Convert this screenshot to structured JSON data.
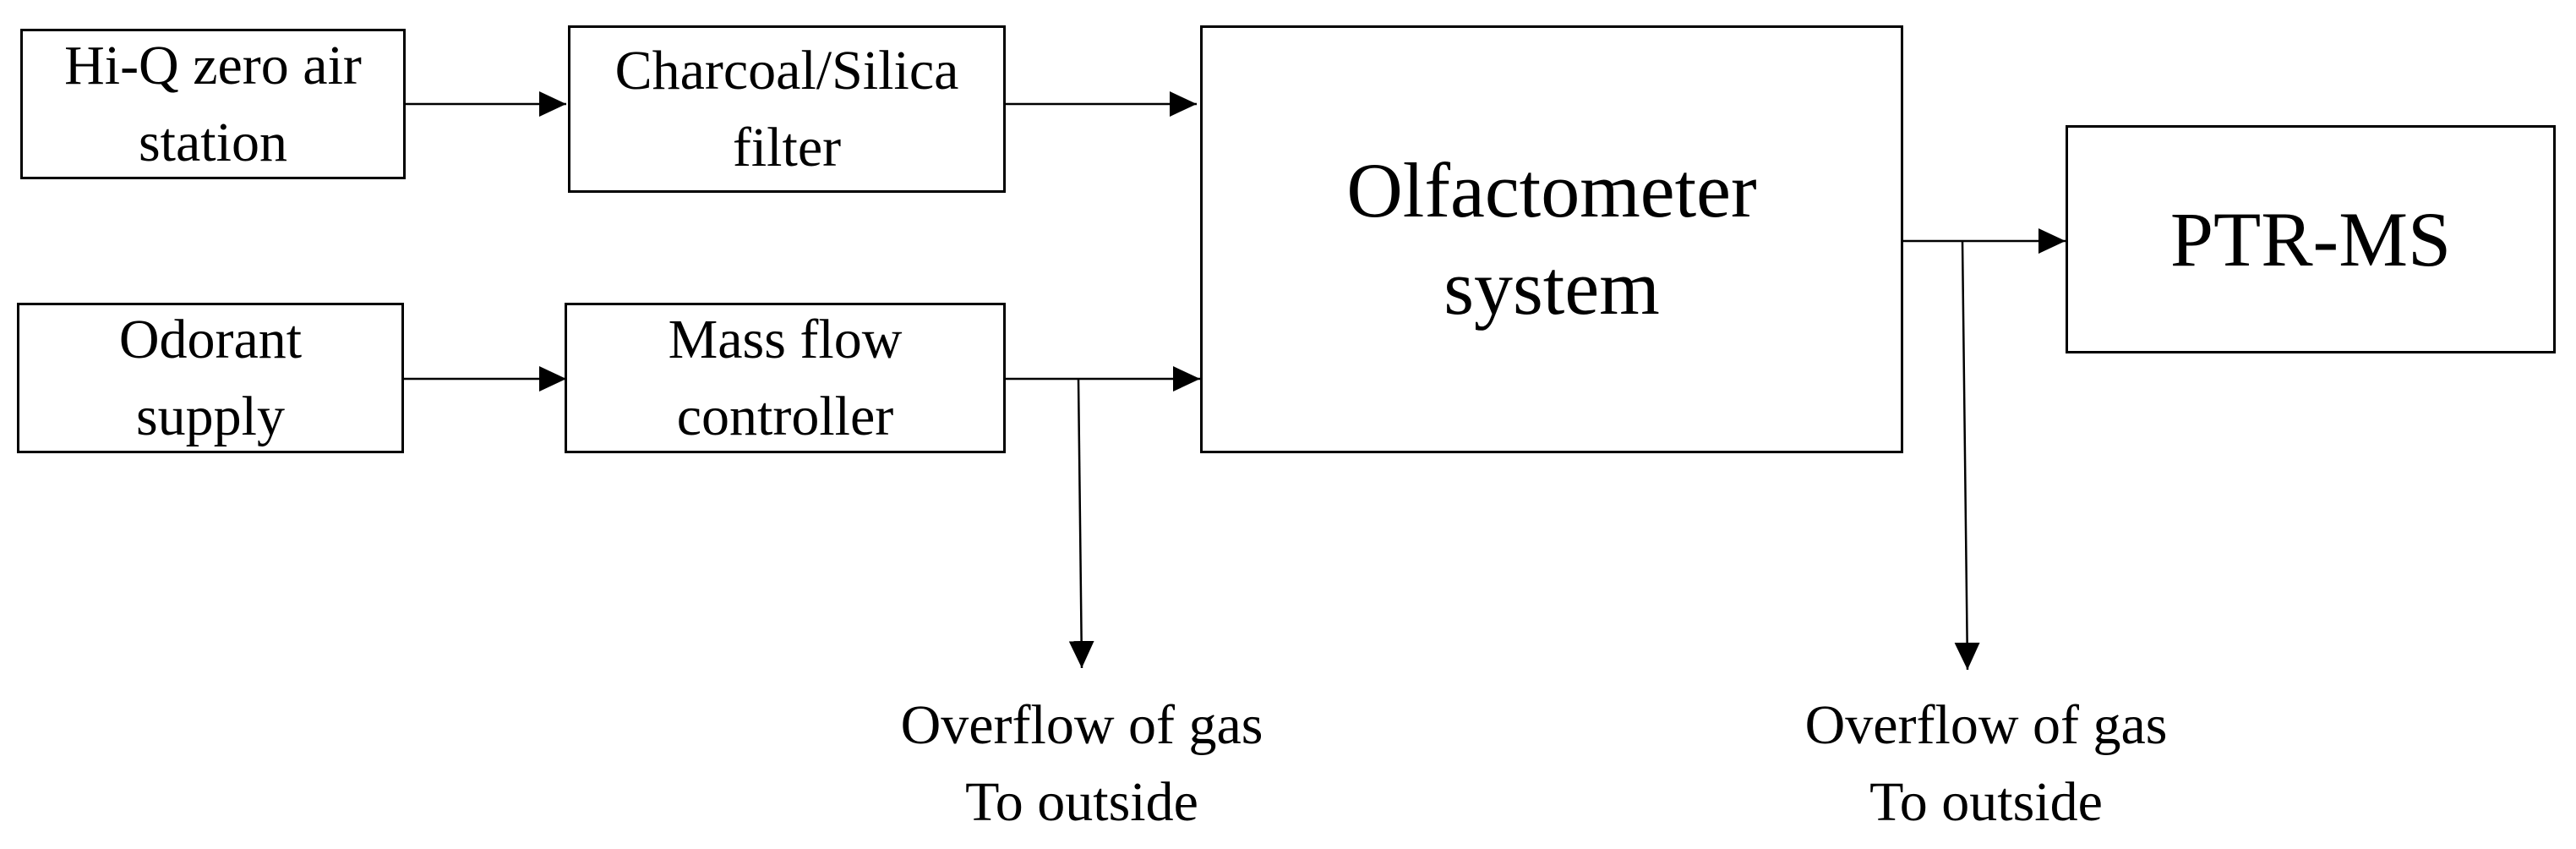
{
  "diagram": {
    "nodes": {
      "zero_air": {
        "label": "Hi-Q zero air\nstation"
      },
      "filter": {
        "label": "Charcoal/Silica\nfilter"
      },
      "odorant": {
        "label": "Odorant\nsupply"
      },
      "mfc": {
        "label": "Mass flow\ncontroller"
      },
      "olfactometer": {
        "label": "Olfactometer\nsystem"
      },
      "ptrms": {
        "label": "PTR-MS"
      }
    },
    "outlets": {
      "overflow_1": {
        "label": "Overflow of gas\nTo outside"
      },
      "overflow_2": {
        "label": "Overflow of gas\nTo outside"
      }
    },
    "colors": {
      "stroke": "#000000",
      "background": "#ffffff"
    }
  }
}
